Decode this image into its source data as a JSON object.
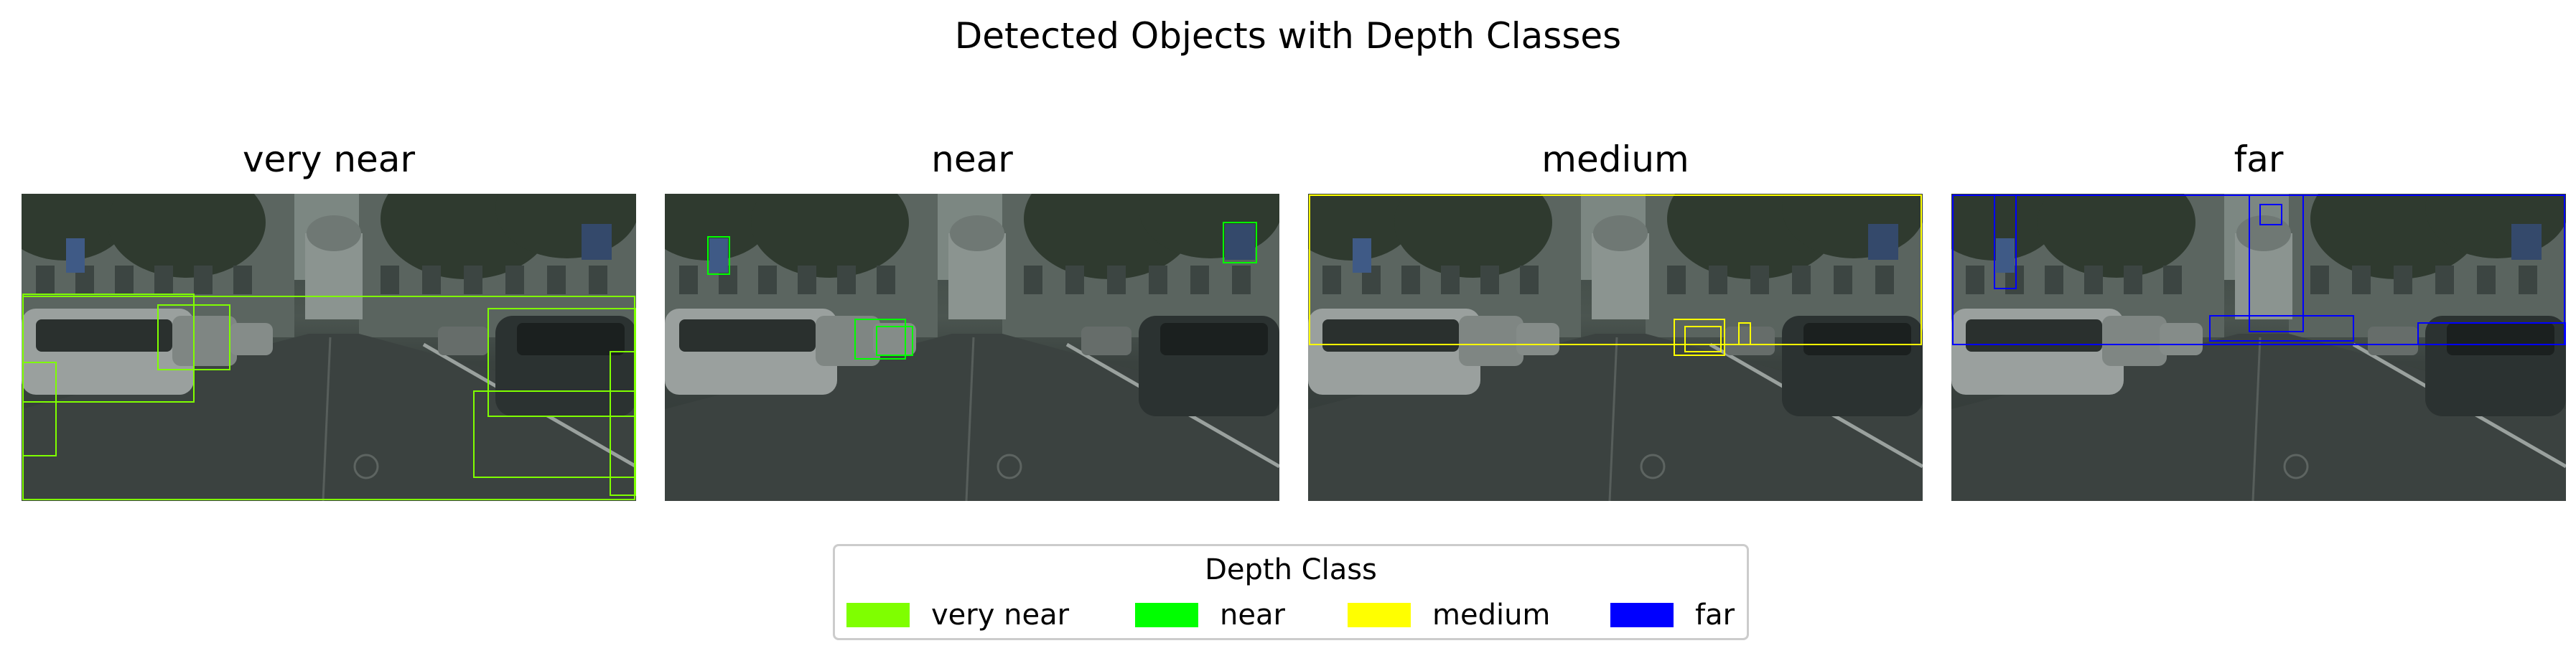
{
  "title": "Detected Objects with Depth Classes",
  "panels": [
    {
      "title": "very near",
      "color": "#7fff00"
    },
    {
      "title": "near",
      "color": "#00ff00"
    },
    {
      "title": "medium",
      "color": "#ffff00"
    },
    {
      "title": "far",
      "color": "#0000ff"
    }
  ],
  "legend": {
    "title": "Depth Class",
    "items": [
      {
        "label": "very near",
        "color": "#7fff00"
      },
      {
        "label": "near",
        "color": "#00ff00"
      },
      {
        "label": "medium",
        "color": "#ffff00"
      },
      {
        "label": "far",
        "color": "#0000ff"
      }
    ]
  }
}
